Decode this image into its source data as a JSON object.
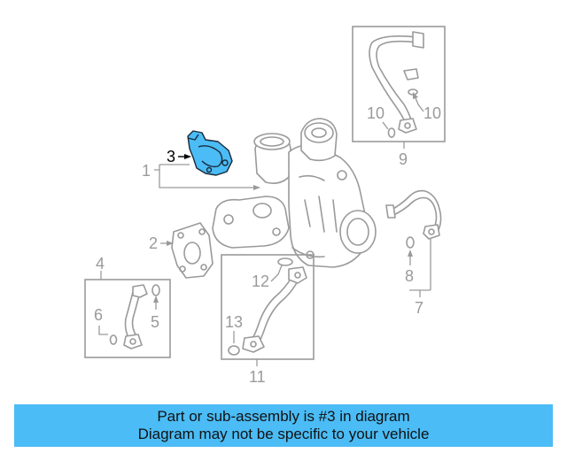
{
  "diagram": {
    "highlight_color": "#4bbcf5",
    "line_color": "#9a9a9a",
    "callouts": {
      "c1": "1",
      "c2": "2",
      "c3": "3",
      "c4": "4",
      "c5": "5",
      "c6": "6",
      "c7": "7",
      "c8": "8",
      "c9": "9",
      "c10a": "10",
      "c10b": "10",
      "c11": "11",
      "c12": "12",
      "c13": "13"
    }
  },
  "banner": {
    "line1": "Part or sub-assembly is #3 in diagram",
    "line2": "Diagram may not be specific to your vehicle"
  }
}
